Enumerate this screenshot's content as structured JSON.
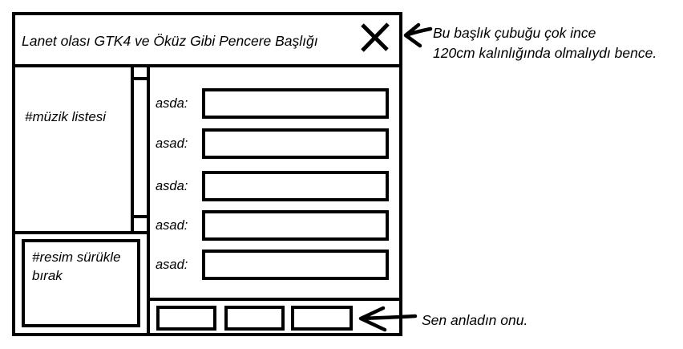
{
  "window": {
    "title": "Lanet olası GTK4 ve Öküz Gibi Pencere Başlığı",
    "music_list_label": "#müzik listesi",
    "image_drop_label": "#resim sürükle bırak",
    "form_rows": [
      {
        "label": "asda:",
        "value": ""
      },
      {
        "label": "asad:",
        "value": ""
      },
      {
        "label": "asda:",
        "value": ""
      },
      {
        "label": "asad:",
        "value": ""
      },
      {
        "label": "asad:",
        "value": ""
      }
    ],
    "footer_buttons": [
      {
        "label": ""
      },
      {
        "label": ""
      },
      {
        "label": ""
      }
    ]
  },
  "annotations": {
    "title_note_line1": "Bu başlık çubuğu çok ince",
    "title_note_line2": "120cm kalınlığında olmalıydı bence.",
    "footer_note": "Sen anladın onu."
  },
  "icons": {
    "close": "close-x-icon",
    "title_note_arrow": "left-arrow-icon",
    "footer_note_arrow": "left-arrow-icon"
  },
  "colors": {
    "ink": "#000000",
    "paper": "#ffffff"
  }
}
